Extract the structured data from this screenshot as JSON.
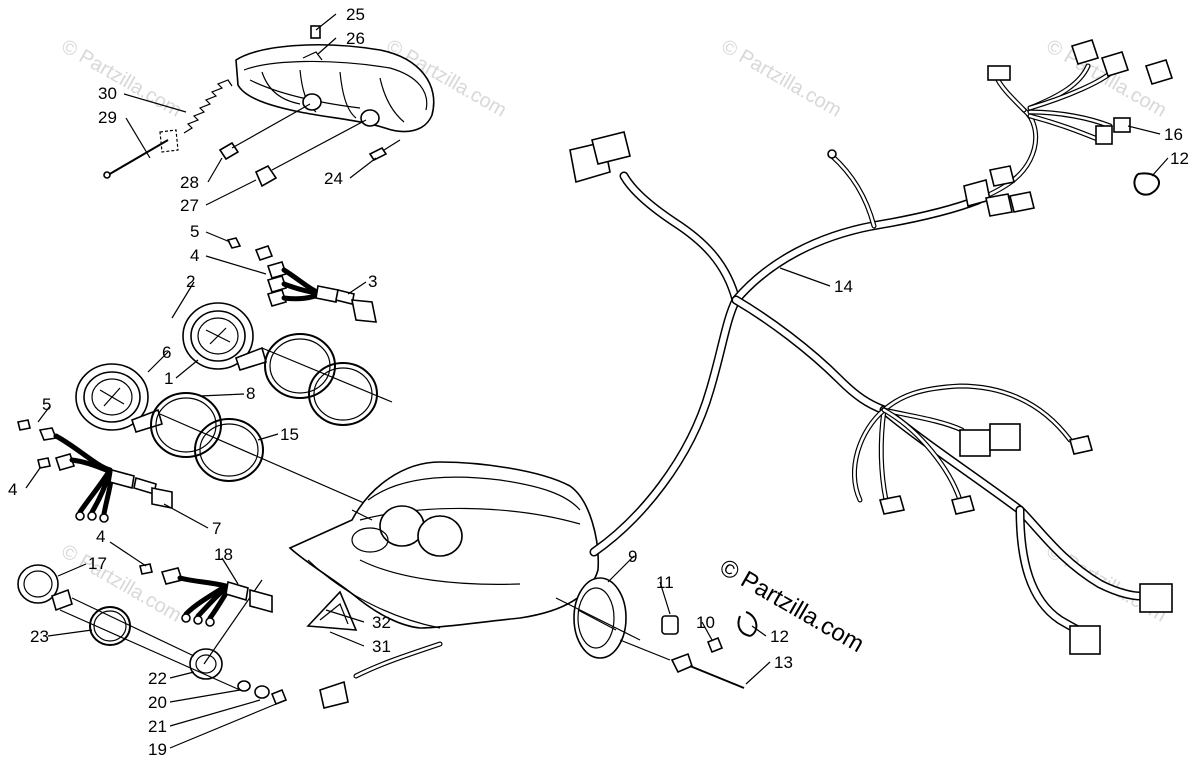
{
  "watermark": {
    "main_text": "© Partzilla.com",
    "faint_text": "© Partzilla.com"
  },
  "callouts": [
    {
      "id": "1",
      "label": "1"
    },
    {
      "id": "2",
      "label": "2"
    },
    {
      "id": "3",
      "label": "3"
    },
    {
      "id": "4a",
      "label": "4"
    },
    {
      "id": "4b",
      "label": "4"
    },
    {
      "id": "4c",
      "label": "4"
    },
    {
      "id": "5a",
      "label": "5"
    },
    {
      "id": "5b",
      "label": "5"
    },
    {
      "id": "6",
      "label": "6"
    },
    {
      "id": "7",
      "label": "7"
    },
    {
      "id": "8",
      "label": "8"
    },
    {
      "id": "9",
      "label": "9"
    },
    {
      "id": "10",
      "label": "10"
    },
    {
      "id": "11",
      "label": "11"
    },
    {
      "id": "12a",
      "label": "12"
    },
    {
      "id": "12b",
      "label": "12"
    },
    {
      "id": "13",
      "label": "13"
    },
    {
      "id": "14",
      "label": "14"
    },
    {
      "id": "15",
      "label": "15"
    },
    {
      "id": "16",
      "label": "16"
    },
    {
      "id": "17",
      "label": "17"
    },
    {
      "id": "18",
      "label": "18"
    },
    {
      "id": "19",
      "label": "19"
    },
    {
      "id": "20",
      "label": "20"
    },
    {
      "id": "21",
      "label": "21"
    },
    {
      "id": "22",
      "label": "22"
    },
    {
      "id": "23",
      "label": "23"
    },
    {
      "id": "24",
      "label": "24"
    },
    {
      "id": "25",
      "label": "25"
    },
    {
      "id": "26",
      "label": "26"
    },
    {
      "id": "27",
      "label": "27"
    },
    {
      "id": "28",
      "label": "28"
    },
    {
      "id": "29",
      "label": "29"
    },
    {
      "id": "30",
      "label": "30"
    },
    {
      "id": "31",
      "label": "31"
    },
    {
      "id": "32",
      "label": "32"
    }
  ]
}
